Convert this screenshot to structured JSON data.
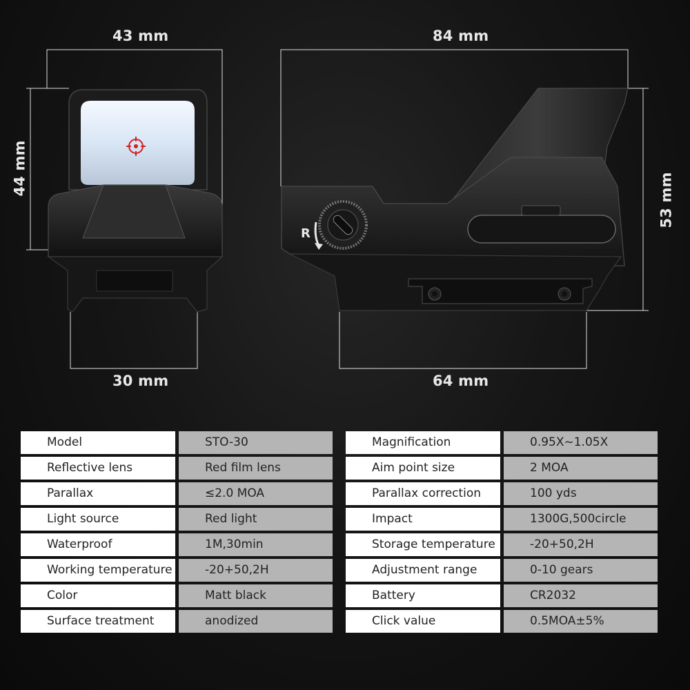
{
  "dimensions": {
    "front_width": "43 mm",
    "front_height": "44 mm",
    "front_base": "30 mm",
    "side_length": "84 mm",
    "side_height": "53 mm",
    "side_base": "64 mm",
    "side_knob_label": "R"
  },
  "specs_left": [
    {
      "label": "Model",
      "value": "STO-30"
    },
    {
      "label": "Reflective lens",
      "value": "Red film lens"
    },
    {
      "label": "Parallax",
      "value": "≤2.0 MOA"
    },
    {
      "label": "Light source",
      "value": "Red light"
    },
    {
      "label": "Waterproof",
      "value": "1M,30min"
    },
    {
      "label": "Working temperature",
      "value": "-20+50,2H"
    },
    {
      "label": "Color",
      "value": "Matt black"
    },
    {
      "label": "Surface treatment",
      "value": "anodized"
    }
  ],
  "specs_right": [
    {
      "label": "Magnification",
      "value": "0.95X~1.05X"
    },
    {
      "label": "Aim point size",
      "value": "2 MOA"
    },
    {
      "label": "Parallax correction",
      "value": "100 yds"
    },
    {
      "label": "Impact",
      "value": "1300G,500circle"
    },
    {
      "label": "Storage temperature",
      "value": "-20+50,2H"
    },
    {
      "label": "Adjustment range",
      "value": "0-10 gears"
    },
    {
      "label": "Battery",
      "value": "CR2032"
    },
    {
      "label": "Click value",
      "value": "0.5MOA±5%"
    }
  ],
  "colors": {
    "background": "#141414",
    "label_cell": "#ffffff",
    "value_cell": "#b5b5b5",
    "reticle": "#d42020"
  }
}
